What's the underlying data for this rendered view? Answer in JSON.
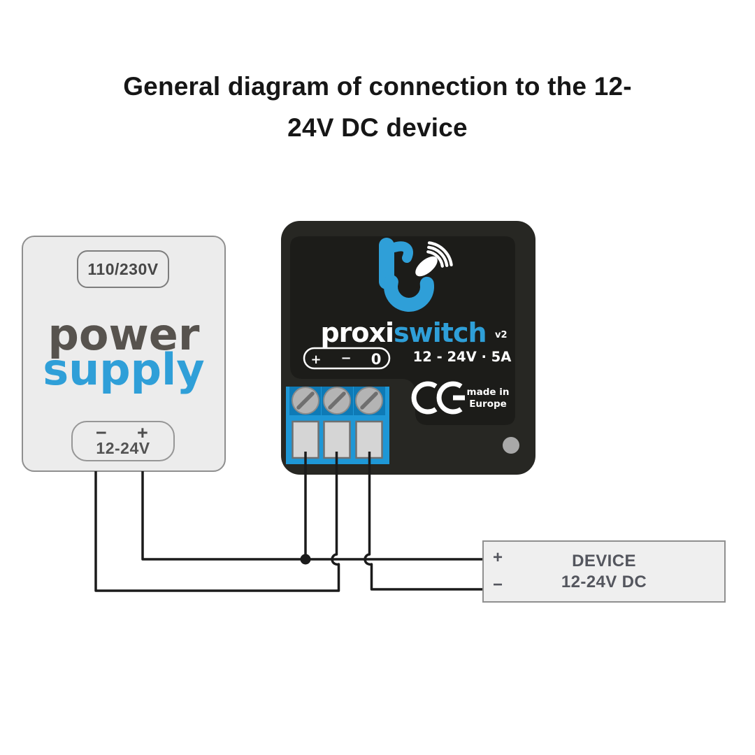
{
  "title": {
    "line1": "General diagram of connection to the 12-",
    "line2": "24V DC device"
  },
  "power_supply": {
    "input_rating": "110/230V",
    "brand_top": "power",
    "brand_bottom": "supply",
    "terminal_minus": "−",
    "terminal_plus": "+",
    "output_rating": "12-24V"
  },
  "switch": {
    "brand_white": "proxi",
    "brand_blue": "switch",
    "version": "v2",
    "terminal_plus": "+",
    "terminal_minus": "−",
    "terminal_zero": "0",
    "rating": "12 - 24V · 5A",
    "made_in_line1": "made in",
    "made_in_line2": "Europe"
  },
  "device": {
    "terminal_plus": "+",
    "terminal_minus": "−",
    "label_line1": "DEVICE",
    "label_line2": "12-24V DC"
  },
  "colors": {
    "accent_blue": "#2f9fd8",
    "terminal_block_blue": "#1e97d6",
    "terminal_block_blue_dark": "#0e7ab6",
    "switch_body": "#272723",
    "switch_panel": "#1c1c19",
    "box_fill": "#ececec",
    "box_border": "#8f8f8f",
    "brand_gray": "#57534e",
    "wire": "#1b1b1b",
    "device_label_gray": "#54565e",
    "white": "#ffffff"
  },
  "icons": {
    "logo": "blebox-b-logo-icon",
    "waves": "wireless-waves-icon",
    "ce": "ce-mark-icon",
    "screw": "screw-head-icon",
    "slot": "wire-slot",
    "hole": "mounting-hole-icon",
    "junction": "wire-junction-dot"
  }
}
